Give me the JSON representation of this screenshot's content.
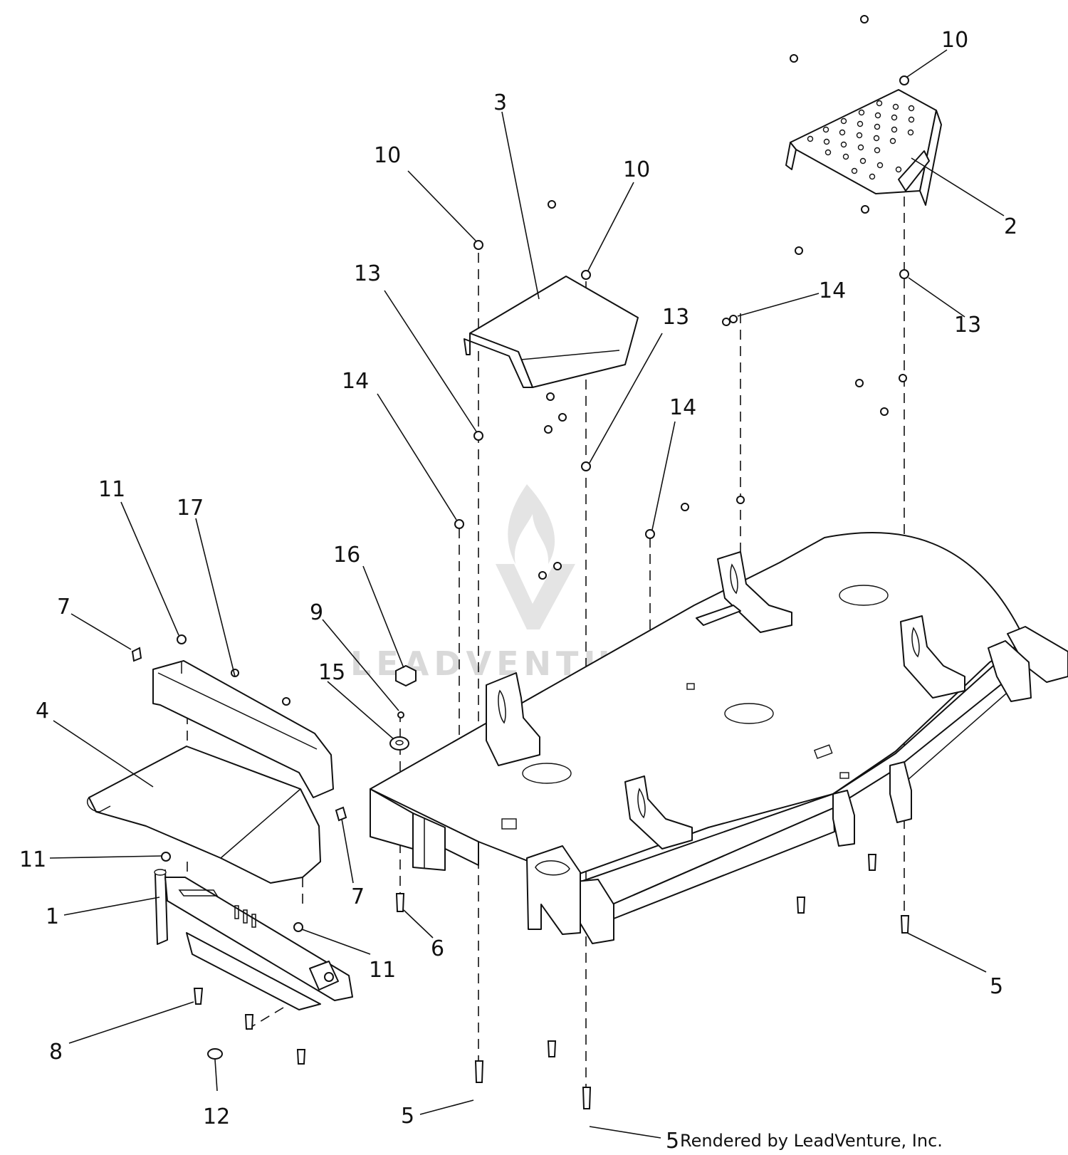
{
  "callouts": {
    "c1": "1",
    "c2": "2",
    "c3": "3",
    "c4": "4",
    "c5a": "5",
    "c5b": "5",
    "c5c": "5",
    "c6": "6",
    "c7a": "7",
    "c7b": "7",
    "c8": "8",
    "c9": "9",
    "c10a": "10",
    "c10b": "10",
    "c10c": "10",
    "c11a": "11",
    "c11b": "11",
    "c11c": "11",
    "c12": "12",
    "c13a": "13",
    "c13b": "13",
    "c13c": "13",
    "c14a": "14",
    "c14b": "14",
    "c14c": "14",
    "c15": "15",
    "c16": "16",
    "c17": "17"
  },
  "watermark": {
    "text": "LEADVENTURE"
  },
  "credit": "Rendered by LeadVenture, Inc.",
  "colors": {
    "line": "#111111",
    "watermark": "#d9d9d9",
    "background": "#ffffff"
  }
}
